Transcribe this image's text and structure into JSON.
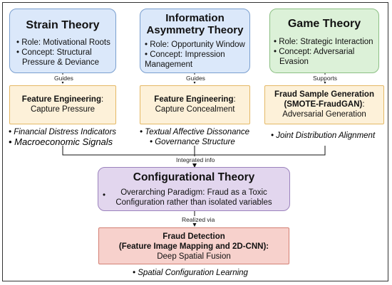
{
  "columns": [
    {
      "theory_title": "Strain Theory",
      "bullets": [
        "• Role: Motivational Roots",
        "• Concept: Structural",
        "Pressure & Deviance"
      ],
      "connector": "Guides",
      "feature_title_bold": "Feature Engineering",
      "feature_title_suffix": ":",
      "feature_subtitle": "Capture Pressure",
      "captions": [
        "• Financial Distress Indicators",
        "• Macroeconomic Signals"
      ]
    },
    {
      "theory_title_line1": "Information",
      "theory_title_line2": "Asymmetry Theory",
      "bullets": [
        "• Role: Opportunity Window",
        "• Concept: Impression",
        "Management"
      ],
      "connector": "Guides",
      "feature_title_bold": "Feature Engineering",
      "feature_title_suffix": ":",
      "feature_subtitle": "Capture Concealment",
      "captions": [
        "• Textual Affective Dissonance",
        "• Governance Structure"
      ]
    },
    {
      "theory_title": "Game Theory",
      "bullets": [
        "• Role: Strategic Interaction",
        "• Concept: Adversarial",
        "Evasion"
      ],
      "connector": "Supports",
      "feature_title_line1": "Fraud Sample Generation",
      "feature_title_line2": "(SMOTE-FraudGAN)",
      "feature_title_suffix": ":",
      "feature_subtitle": "Adversarial Generation",
      "captions": [
        "• Joint Distribution Alignment"
      ]
    }
  ],
  "integrated_label": "Integrated info",
  "configurational": {
    "title": "Configurational Theory",
    "bullet": "•",
    "line1": "Overarching Paradigm: Fraud as a Toxic",
    "line2": "Configuration rather than isolated variables"
  },
  "realized_label": "Realized via",
  "detection": {
    "line1": "Fraud Detection",
    "line2": "(Feature Image Mapping and 2D-CNN):",
    "line3": "Deep Spatial Fusion",
    "caption": "• Spatial Configuration Learning"
  },
  "colors": {
    "theory_blue": "#dbe8fa",
    "theory_green": "#dcf1d8",
    "feature_orange": "#fdf1d9",
    "config_purple": "#e2d6ee",
    "detection_red": "#f7d1cc"
  }
}
